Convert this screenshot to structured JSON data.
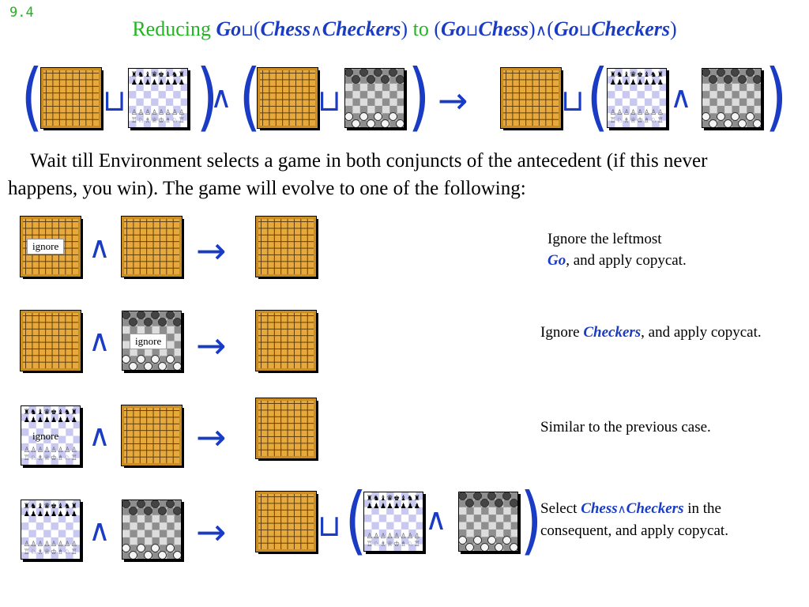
{
  "slide_number": "9.4",
  "title": {
    "w1": "Reducing",
    "go1": "Go",
    "join": "⊔",
    "lp1": "(",
    "chess1": "Chess",
    "meet": "∧",
    "checkers1": "Checkers",
    "rp1": ")",
    "to": "to",
    "lp2": "(",
    "go2": "Go",
    "chess2": "Chess",
    "rp2": ")",
    "lp3": "(",
    "go3": "Go",
    "checkers2": "Checkers",
    "rp3": ")"
  },
  "symbols": {
    "and": "∧",
    "or": "⊔",
    "arrow": "→",
    "lparen": "(",
    "rparen": ")"
  },
  "intro_text": "Wait till Environment selects a game in both conjuncts of the antecedent (if this never happens, you win). The game will evolve to one of the following:",
  "ignore_label": "ignore",
  "chess_pieces": {
    "back_black": "♜♞♝♛♚♝♞♜",
    "pawns_black": "♟♟♟♟♟♟♟♟",
    "pawns_white": "♙♙♙♙♙♙♙♙",
    "back_white": "♖♘♗♕♔♗♘♖"
  },
  "notes": {
    "case1": {
      "a": "Ignore the leftmost",
      "b": "Go",
      "c": ", and apply copycat."
    },
    "case2": {
      "a": "Ignore ",
      "b": "Checkers",
      "c": ", and apply copycat."
    },
    "case3": {
      "a": "Similar to the previous case."
    },
    "case4": {
      "a": "Select ",
      "b": "Chess",
      "c": "∧",
      "d": "Checkers",
      "e": " in the consequent, and apply copycat."
    }
  },
  "colors": {
    "blue": "#1a3cc4",
    "green": "#22b422",
    "go_board": "#e8a93c",
    "chess_light_square": "#c8c8f0",
    "checkers_dark_square": "#8e8e8e"
  }
}
